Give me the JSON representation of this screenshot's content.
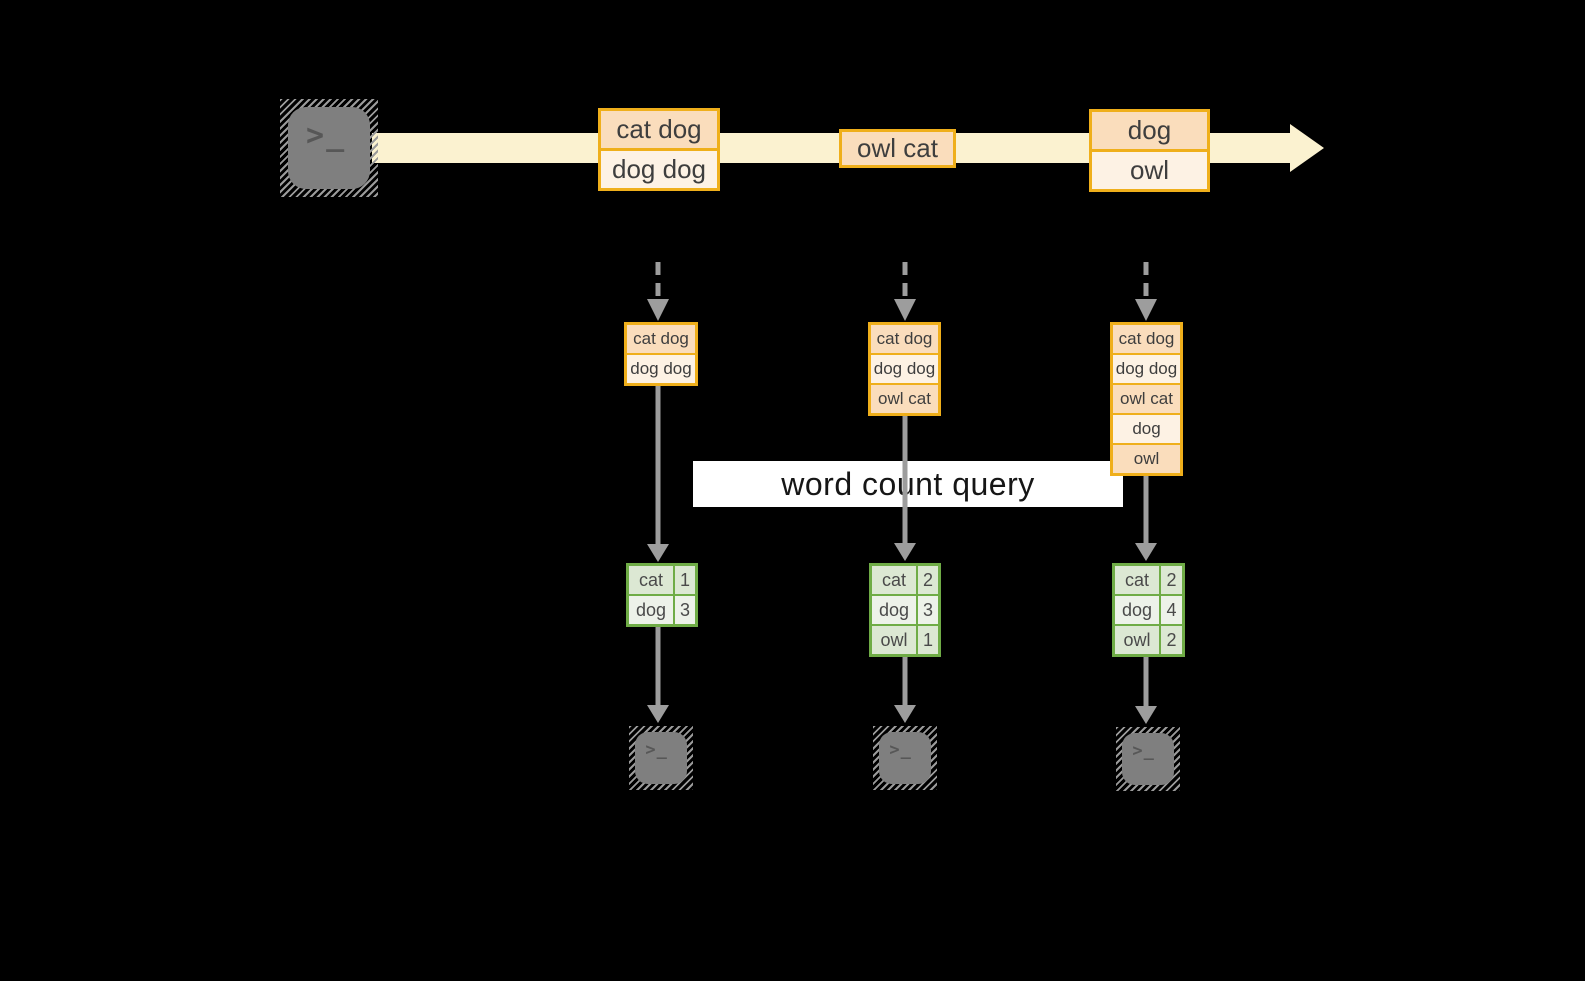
{
  "label": {
    "text": "word count query"
  },
  "icons": {
    "terminal_glyph": ">_"
  },
  "stream": {
    "events": [
      {
        "rows": [
          "cat dog",
          "dog dog"
        ]
      },
      {
        "rows": [
          "owl cat"
        ]
      },
      {
        "rows": [
          "dog",
          "owl"
        ]
      }
    ]
  },
  "states": [
    {
      "rows": [
        "cat dog",
        "dog dog"
      ]
    },
    {
      "rows": [
        "cat dog",
        "dog dog",
        "owl cat"
      ]
    },
    {
      "rows": [
        "cat dog",
        "dog dog",
        "owl cat",
        "dog",
        "owl"
      ]
    }
  ],
  "counts": [
    {
      "rows": [
        [
          "cat",
          "1"
        ],
        [
          "dog",
          "3"
        ]
      ]
    },
    {
      "rows": [
        [
          "cat",
          "2"
        ],
        [
          "dog",
          "3"
        ],
        [
          "owl",
          "1"
        ]
      ]
    },
    {
      "rows": [
        [
          "cat",
          "2"
        ],
        [
          "dog",
          "4"
        ],
        [
          "owl",
          "2"
        ]
      ]
    }
  ],
  "colors": {
    "background": "#000000",
    "stream_band": "#FBF2D0",
    "orange_border": "#EFAF1B",
    "peach_fill": "#FADDBC",
    "cream_fill": "#FDF2E4",
    "green_border": "#6FAC46",
    "green_dark_fill": "#DCE8D3",
    "green_light_fill": "#EDF2E9",
    "arrow_gray": "#9D9D9D",
    "terminal_gray": "#7F7F7F",
    "label_background": "#FFFFFF"
  }
}
